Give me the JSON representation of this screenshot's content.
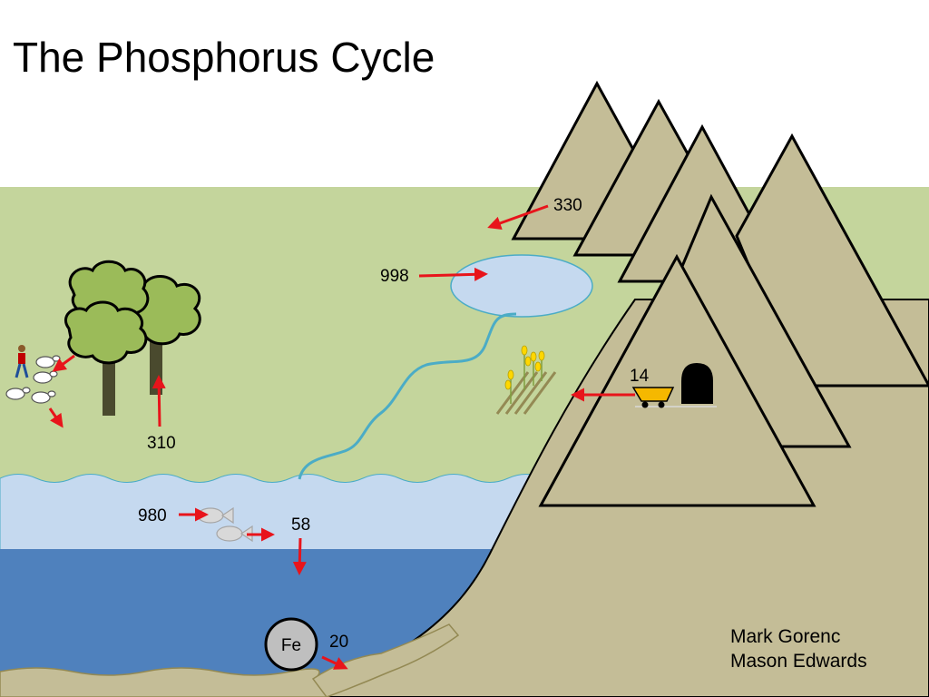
{
  "title": "The Phosphorus Cycle",
  "authors": [
    "Mark Gorenc",
    "Mason Edwards"
  ],
  "flux_labels": {
    "mountain_runoff": "330",
    "to_lake": "998",
    "mining": "14",
    "plants_uptake": "310",
    "to_ocean_life": "980",
    "sinking": "58",
    "sediment": "20"
  },
  "iron_label": "Fe",
  "colors": {
    "land": "#c4d59c",
    "surface_water": "#c5d9ef",
    "deep_water": "#4f81bd",
    "mountain": "#c4bd97",
    "arrow": "#e8141b",
    "river": "#4bacc6",
    "lake": "#c5d9ef",
    "tree_canopy": "#9bbb59",
    "trunk": "#4a4a2e"
  },
  "icons": [
    "tree-icon",
    "sheep-icon",
    "person-icon",
    "fish-icon",
    "crop-icon",
    "mine-cart-icon",
    "mine-tunnel-icon"
  ]
}
